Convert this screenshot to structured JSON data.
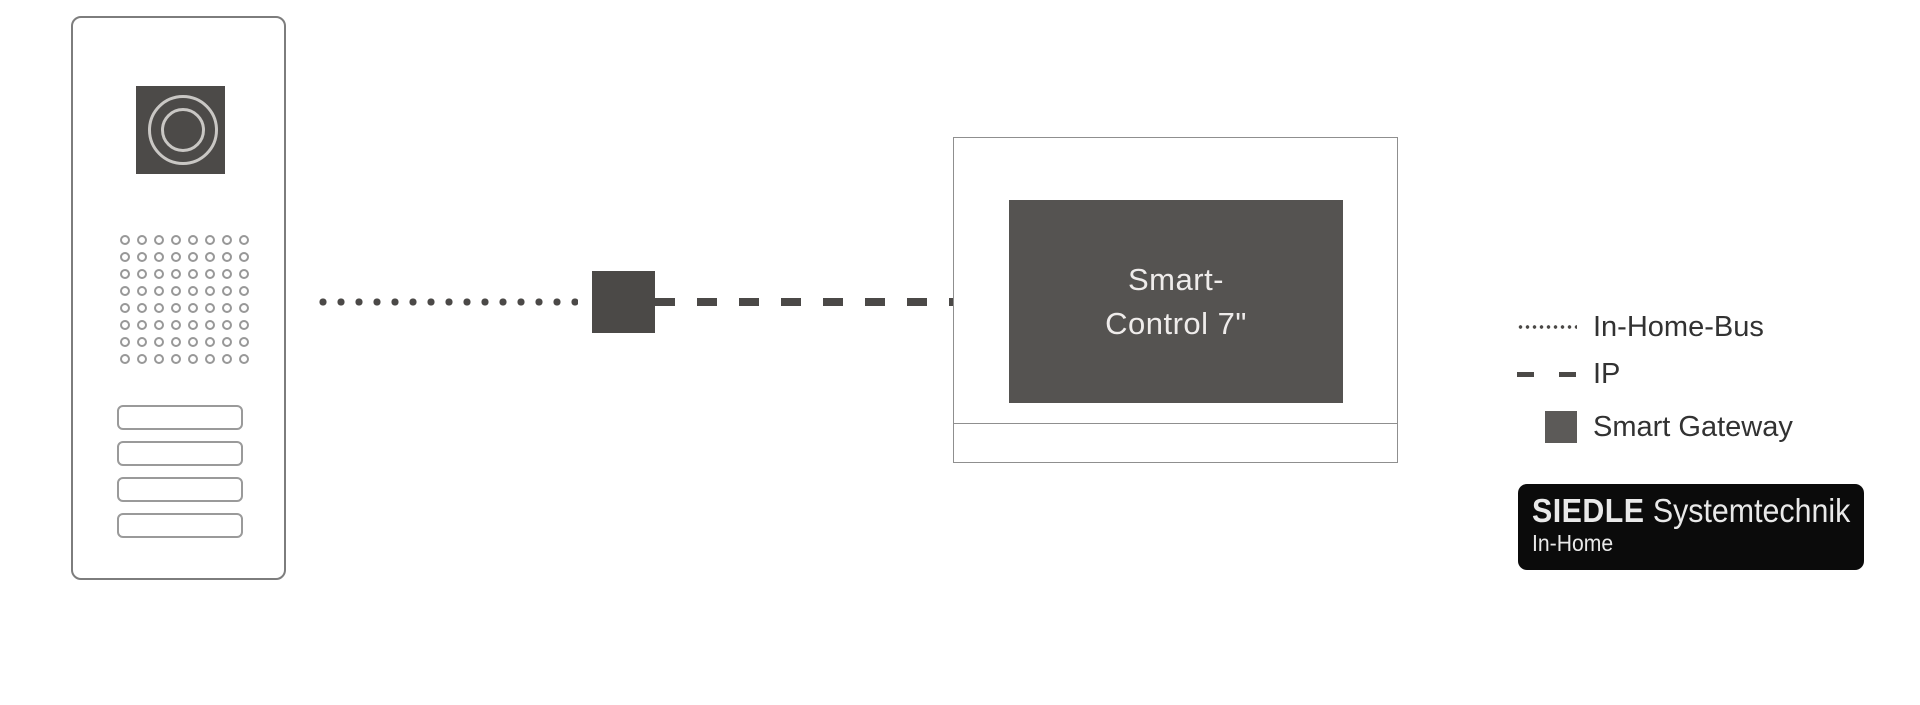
{
  "door_station": {
    "grille_rows": 8,
    "grille_cols": 8,
    "button_count": 4
  },
  "smart_control": {
    "line1": "Smart-",
    "line2": "Control 7\""
  },
  "legend": {
    "items": [
      {
        "symbol": "dotted-line",
        "label": "In-Home-Bus"
      },
      {
        "symbol": "dashed-line",
        "label": "IP"
      },
      {
        "symbol": "gateway-square",
        "label": "Smart Gateway"
      }
    ]
  },
  "logo": {
    "brand": "SIEDLE",
    "product": "Systemtechnik",
    "subtitle": "In-Home"
  },
  "colors": {
    "dark_element": "#4b4947",
    "screen": "#555351",
    "legend_square": "#5c5a58",
    "logo_bg": "#0b0b0b"
  }
}
